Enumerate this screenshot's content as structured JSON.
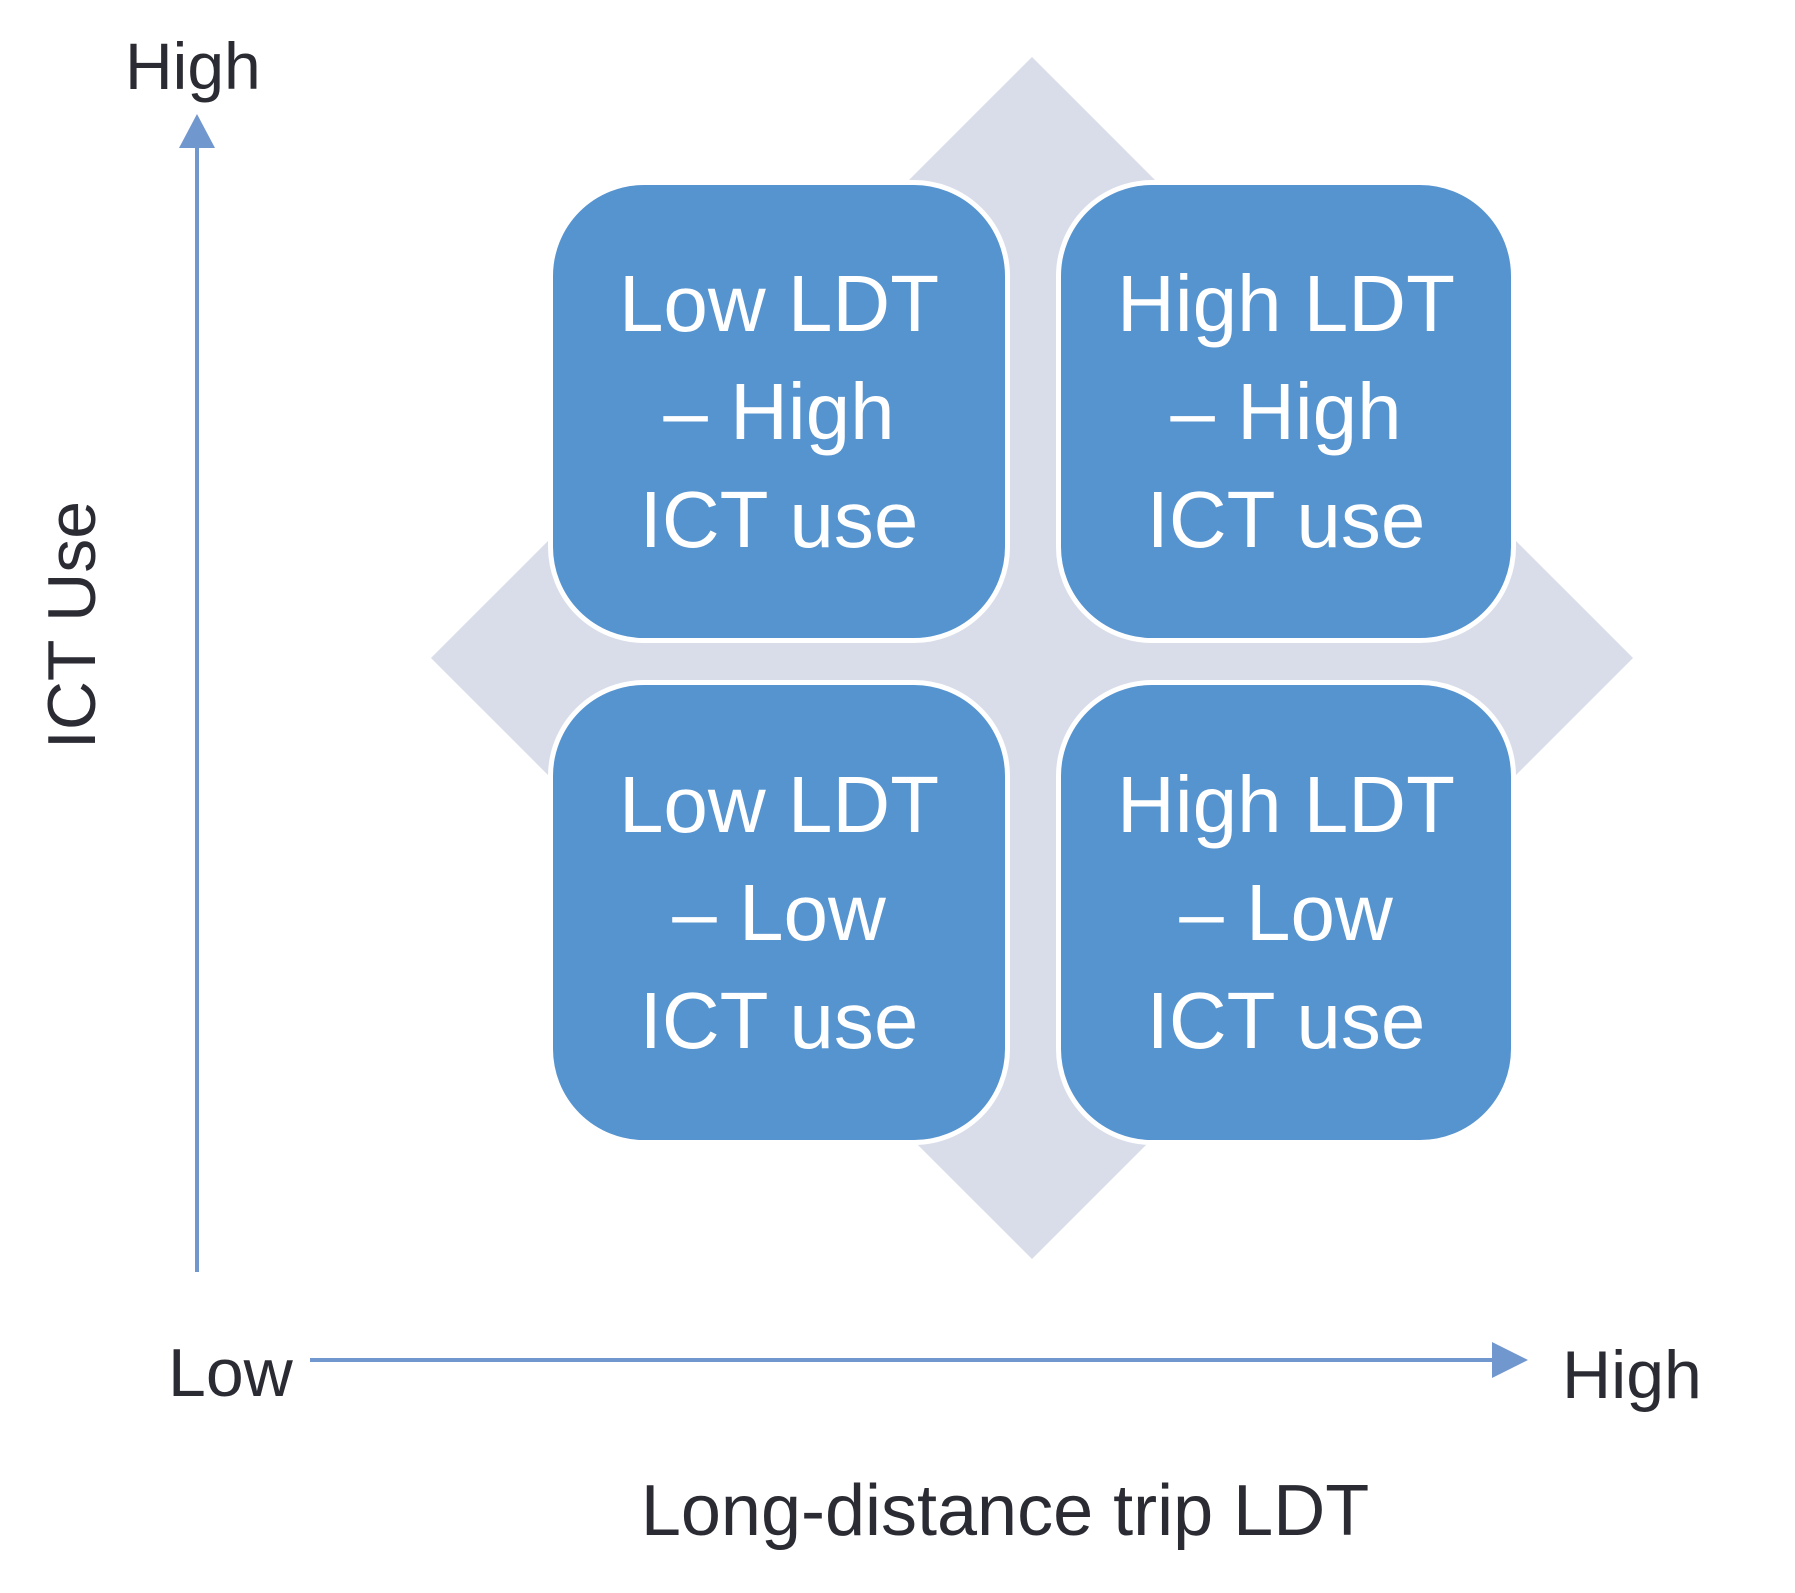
{
  "diagram": {
    "y_axis": {
      "title": "ICT Use",
      "top_label": "High",
      "bottom_label": "Low"
    },
    "x_axis": {
      "title": "Long-distance trip LDT",
      "left_label": "Low",
      "right_label": "High"
    },
    "quadrants": {
      "top_left": {
        "lines": [
          "Low LDT",
          "– High",
          "ICT use"
        ]
      },
      "top_right": {
        "lines": [
          "High LDT",
          "– High",
          "ICT use"
        ]
      },
      "bottom_left": {
        "lines": [
          "Low LDT",
          "– Low",
          "ICT use"
        ]
      },
      "bottom_right": {
        "lines": [
          "High LDT",
          "– Low",
          "ICT use"
        ]
      }
    },
    "colors": {
      "quadrant_fill": "#5694D0",
      "quadrant_text": "#FFFFFF",
      "diamond_fill": "#D9DDEA",
      "axis_arrow": "#7097CE",
      "label_text": "#2B2B33"
    }
  }
}
